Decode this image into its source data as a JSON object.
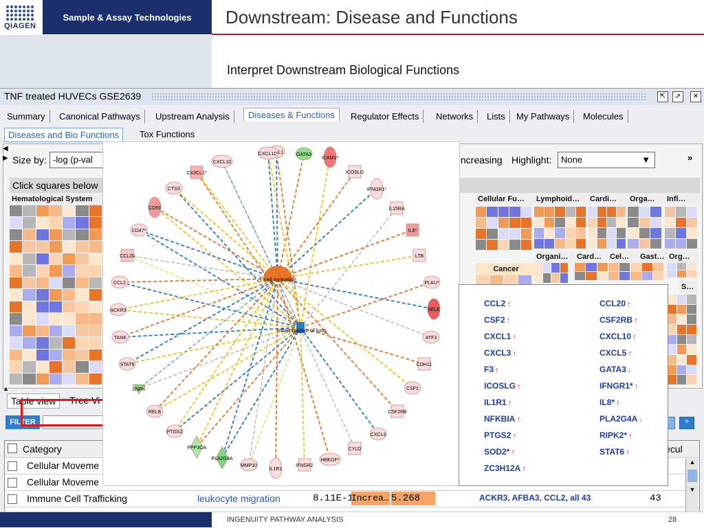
{
  "slide": {
    "logo_text": "QIAGEN",
    "brand": "Sample & Assay Technologies",
    "title": "Downstream: Disease and Functions",
    "subtitle": "Interpret Downstream Biological Functions",
    "footer": "INGENUITY PATHWAY ANALYSIS",
    "page_number": "28"
  },
  "window": {
    "title": "TNF treated HUVECs GSE2639",
    "tabs": [
      "Summary",
      "Canonical Pathways",
      "Upstream Analysis",
      "Diseases & Functions",
      "Regulator Effects",
      "Networks",
      "Lists",
      "My Pathways",
      "Molecules"
    ],
    "active_tab": "Diseases & Functions",
    "subtabs": [
      "Diseases and Bio Functions",
      "Tox Functions"
    ]
  },
  "controls": {
    "size_by_label": "Size by:",
    "size_by_value": "-log (p-val",
    "increasing": "Increasing",
    "highlight_label": "Highlight:",
    "highlight_value": "None",
    "click_label": "Click squares below"
  },
  "treemap_headers": [
    "Hematological System",
    "Cellular Fu…",
    "Lymphoid…",
    "Cardi…",
    "Orga…",
    "Infl…",
    "Organi…",
    "Card…",
    "Cel…",
    "Gast…",
    "Org…",
    "Cancer",
    "S…"
  ],
  "bottom": {
    "tabs": [
      "Table view",
      "Tree Vi"
    ],
    "filter_label": "FILTER",
    "column_header": "Category",
    "column_header_right": "ecul",
    "rows": [
      {
        "category": "Cellular Moveme"
      },
      {
        "category": "Cellular Moveme"
      },
      {
        "category": "Immune Cell Trafficking",
        "function": "leukocyte migration",
        "pvalue": "8.11E-1",
        "state": "Increa…",
        "zscore": "5.268",
        "molecules": "ACKR3, AFBA3, CCL2, all 43",
        "count": "43"
      }
    ]
  },
  "network": {
    "center_top": "T cell migration",
    "center_mid": "Inflammation of lung",
    "nodes": [
      "F2RL1",
      "GATA3",
      "CXCL11*",
      "ICAM1*",
      "CXCL10",
      "ICOSLG",
      "CX3CL1*",
      "IFNGR1*",
      "CTSS",
      "IL15RA",
      "CD69",
      "IL8*",
      "CD47*",
      "LTB",
      "CCL20",
      "PLAU*",
      "CCL2",
      "SELE",
      "ACKR3",
      "ATF3",
      "TANK",
      "CDH11",
      "STAT6",
      "CSF2",
      "SNRK",
      "CSF2RB",
      "RELB",
      "CXCL3",
      "PTGS2",
      "CYLD",
      "PPP3CA",
      "HBEGF*",
      "PLA2G4A",
      "IFNGR2",
      "MMP10",
      "IL1R1"
    ]
  },
  "molecules": [
    {
      "name": "CCL2",
      "dir": "up"
    },
    {
      "name": "CCL20",
      "dir": "up"
    },
    {
      "name": "CSF2",
      "dir": "up"
    },
    {
      "name": "CSF2RB",
      "dir": "up"
    },
    {
      "name": "CXCL1",
      "dir": "up"
    },
    {
      "name": "CXCL10",
      "dir": "up"
    },
    {
      "name": "CXCL3",
      "dir": "up"
    },
    {
      "name": "CXCL5",
      "dir": "up"
    },
    {
      "name": "F3",
      "dir": "up"
    },
    {
      "name": "GATA3",
      "dir": "down"
    },
    {
      "name": "ICOSLG",
      "dir": "up"
    },
    {
      "name": "IFNGR1*",
      "dir": "up"
    },
    {
      "name": "IL1R1",
      "dir": "up"
    },
    {
      "name": "IL8*",
      "dir": "up"
    },
    {
      "name": "NFKBIA",
      "dir": "up"
    },
    {
      "name": "PLA2G4A",
      "dir": "down"
    },
    {
      "name": "PTGS2",
      "dir": "up"
    },
    {
      "name": "RIPK2*",
      "dir": "up"
    },
    {
      "name": "SOD2*",
      "dir": "up"
    },
    {
      "name": "STAT6",
      "dir": "up"
    },
    {
      "name": "ZC3H12A",
      "dir": "up"
    }
  ],
  "colors": {
    "navy": "#1b2f6d",
    "accent_red": "#b11e2c",
    "link_blue": "#2d63b8",
    "orange": "#e8742a",
    "blue_edge": "#2a78d0",
    "yellow_edge": "#f0c419"
  }
}
